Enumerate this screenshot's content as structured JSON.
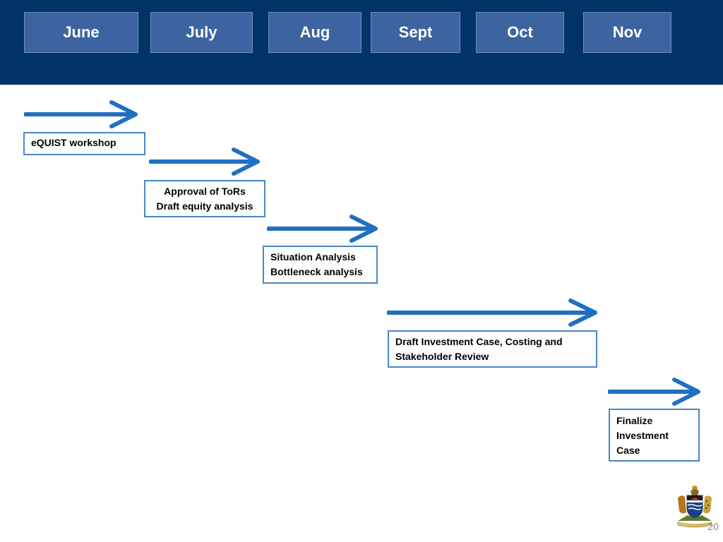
{
  "header": {
    "months": [
      "June",
      "July",
      "Aug",
      "Sept",
      "Oct",
      "Nov"
    ]
  },
  "timeline": {
    "steps": [
      {
        "lines": [
          "eQUIST workshop"
        ]
      },
      {
        "lines": [
          "Approval of ToRs",
          "Draft equity analysis"
        ]
      },
      {
        "lines": [
          "Situation Analysis",
          "Bottleneck analysis"
        ]
      },
      {
        "lines": [
          "Draft Investment Case, Costing and",
          "Stakeholder Review"
        ]
      },
      {
        "lines": [
          "Finalize",
          "Investment",
          "Case"
        ]
      }
    ]
  },
  "footer": {
    "page_number": "20"
  },
  "colors": {
    "header_background": "#003366",
    "month_tile": "#3d64a0",
    "arrow": "#1f70c1",
    "task_border": "#4a86c5"
  }
}
